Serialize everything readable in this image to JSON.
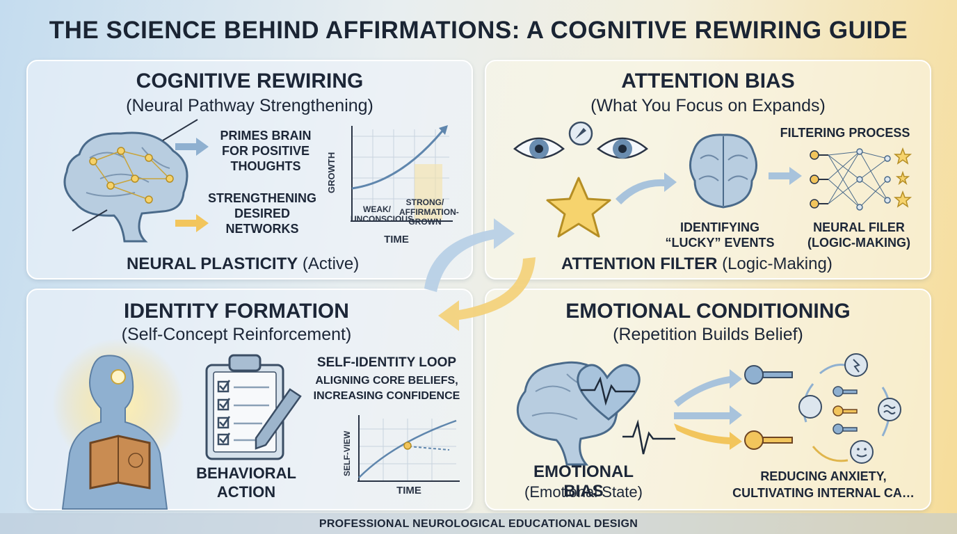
{
  "title": "THE SCIENCE BEHIND AFFIRMATIONS: A COGNITIVE REWIRING GUIDE",
  "panels": {
    "cognitive": {
      "heading": "COGNITIVE REWIRING",
      "subheading": "(Neural Pathway Strengthening)",
      "label_primes": "PRIMES BRAIN FOR POSITIVE THOUGHTS",
      "label_strengthening": "STRENGTHENING DESIRED NETWORKS",
      "chart_ylabel": "GROWTH",
      "chart_xlabel": "TIME",
      "chart_weak": "WEAK/ UNCONSCIOUS",
      "chart_strong": "STRONG/ AFFIRMATION- GROWN",
      "bottom_bold": "NEURAL PLASTICITY",
      "bottom_rest": " (Active)"
    },
    "attention": {
      "heading": "ATTENTION BIAS",
      "subheading": "(What You Focus on Expands)",
      "label_filtering": "FILTERING PROCESS",
      "label_identifying": "IDENTIFYING “LUCKY” EVENTS",
      "label_filter": "NEURAL FILER (LOGIC-MAKING)",
      "bottom_bold": "ATTENTION FILTER",
      "bottom_rest": " (Logic-Making)"
    },
    "identity": {
      "heading": "IDENTITY FORMATION",
      "subheading": "(Self-Concept Reinforcement)",
      "loop_title": "SELF-IDENTITY LOOP",
      "loop_desc": "ALIGNING CORE BELIEFS, INCREASING CONFIDENCE",
      "label_action": "BEHAVIORAL ACTION",
      "chart_ylabel": "SELF-VIEW",
      "chart_xlabel": "TIME"
    },
    "emotional": {
      "heading": "EMOTIONAL CONDITIONING",
      "subheading": "(Repetition Builds Belief)",
      "bottom_bold": "EMOTIONAL BIAS",
      "bottom_rest": "(Emotional State)",
      "label_reducing": "REDUCING ANXIETY, CULTIVATING INTERNAL CA…"
    }
  },
  "footer": "PROFESSIONAL NEUROLOGICAL EDUCATIONAL DESIGN",
  "colors": {
    "blue": "#7fa3c6",
    "gold": "#f2c55c",
    "dark": "#1c2637"
  }
}
